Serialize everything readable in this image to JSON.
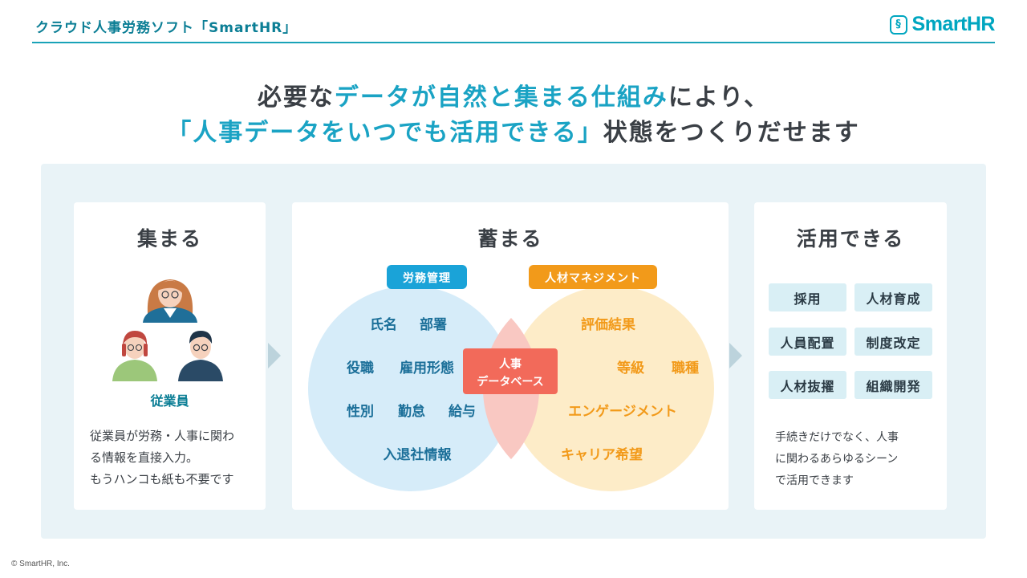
{
  "header": {
    "title": "クラウド人事労務ソフト「SmartHR」",
    "logo_text": "SmartHR",
    "logo_badge": "§",
    "accent_color": "#00a6c0"
  },
  "headline": {
    "line1": {
      "before": "必要な",
      "accent": "データが自然と集まる仕組み",
      "after": "により、"
    },
    "line2": {
      "accent": "「人事データをいつでも活用できる」",
      "after": "状態をつくりだせます"
    },
    "accent_color": "#1aa3c4"
  },
  "collect": {
    "title": "集まる",
    "people_icon": "people-icon",
    "employee_label": "従業員",
    "description": [
      "従業員が労務・人事に関わ",
      "る情報を直接入力。",
      "もうハンコも紙も不要です"
    ]
  },
  "store": {
    "title": "蓄まる",
    "left_circle": {
      "label": "労務管理",
      "color": "#1aa3d8",
      "items": [
        "氏名",
        "部署",
        "役職",
        "雇用形態",
        "性別",
        "勤怠",
        "給与",
        "入退社情報"
      ]
    },
    "right_circle": {
      "label": "人材マネジメント",
      "color": "#f29a1a",
      "items": [
        "評価結果",
        "等級",
        "職種",
        "エンゲージメント",
        "キャリア希望"
      ]
    },
    "center": {
      "line1": "人事",
      "line2": "データベース",
      "color": "#f26a5a"
    }
  },
  "use": {
    "title": "活用できる",
    "tags": [
      "採用",
      "人材育成",
      "人員配置",
      "制度改定",
      "人材抜擢",
      "組織開発"
    ],
    "description": [
      "手続きだけでなく、人事",
      "に関わるあらゆるシーン",
      "で活用できます"
    ]
  },
  "footer": {
    "copyright": "© SmartHR, Inc."
  }
}
